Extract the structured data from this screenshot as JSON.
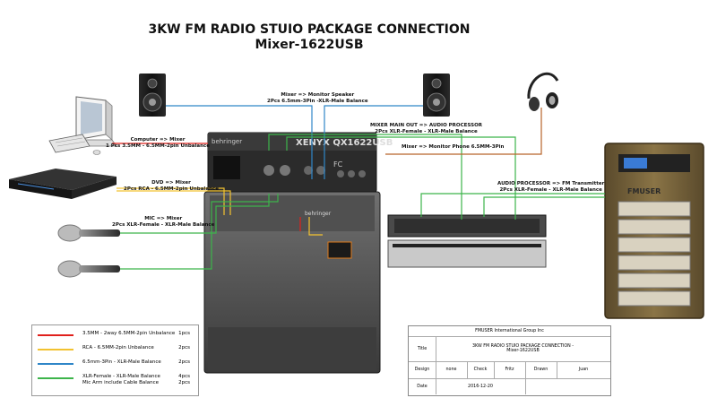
{
  "title_line1": "3KW FM RADIO STUIO PACKAGE CONNECTION",
  "title_line2": "Mixer-1622USB",
  "labels": {
    "mixer_monitor_speaker": [
      "Mixer => Monitor Speaker",
      "2Pcs 6.5mm-3Pin -XLR-Male  Balance"
    ],
    "main_out_processor": [
      "MIXER MAIN OUT => AUDIO PROCESSOR",
      "2Pcs XLR-Female - XLR-Male  Balance"
    ],
    "monitor_phone": [
      "Mixer => Monitor Phone 6.5MM-3Pin"
    ],
    "computer_mixer": [
      "Computer => Mixer",
      "1 Pcs 3.5MM - 6.5MM-2pin  Unbalance"
    ],
    "dvd_mixer": [
      "DVD => Mixer",
      "2Pcs RCA - 6.5MM-2pin  Unbalance"
    ],
    "mic_mixer": [
      "MIC => Mixer",
      "2Pcs XLR-Female - XLR-Male Balance"
    ],
    "processor_transmitter": [
      "AUDIO PROCESSOR => FM Transmitter",
      "2Pcs XLR-Female - XLR-Male  Balance"
    ]
  },
  "device_text": {
    "mixer_brand": "behringer",
    "mixer_model": "XENYX QX1622USB",
    "transmitter_brand": "FMUSER"
  },
  "legend": [
    {
      "color": "#e0201c",
      "text": [
        "3.5MM - 2way 6.5MM-2pin Unbalance"
      ],
      "qty": [
        "1pcs"
      ]
    },
    {
      "color": "#f2c230",
      "text": [
        "RCA - 6.5MM-2pin Unbalance"
      ],
      "qty": [
        "2pcs"
      ]
    },
    {
      "color": "#2f86c8",
      "text": [
        "6.5mm-3Pin - XLR-Male  Balance"
      ],
      "qty": [
        "2pcs"
      ]
    },
    {
      "color": "#3cb44b",
      "text": [
        "XLR-Female - XLR-Male Balance",
        "Mic Arm include Cable Balance"
      ],
      "qty": [
        "4pcs",
        "2pcs"
      ]
    }
  ],
  "colors": {
    "red": "#e0201c",
    "yellow": "#f2c230",
    "blue": "#2f86c8",
    "green": "#3cb44b",
    "orange": "#b8652a"
  },
  "title_block": {
    "company": "FMUSER International Group Inc",
    "title_label": "Title",
    "title_value": [
      "3KW FM RADIO STUIO PACKAGE CONNECTION -",
      "Mixer-1622USB"
    ],
    "design_label": "Design",
    "design_value": "none",
    "check_label": "Check",
    "check_value": "Fritz",
    "drawn_label": "Drawn",
    "drawn_value": "Juan",
    "date_label": "Date",
    "date_value": "2016-12-20"
  }
}
